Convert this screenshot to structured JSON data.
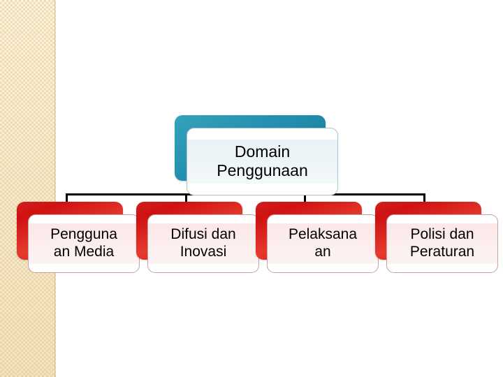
{
  "slide": {
    "background_color": "#ffffff",
    "side_strip": {
      "name": "woven-beige-texture-strip",
      "base_color": "#f6e8ca",
      "accent_color": "#e2c894"
    }
  },
  "diagram": {
    "type": "hierarchy-org-chart",
    "root": {
      "label": "Domain\nPenggunaan",
      "fill_color": "#2491b0",
      "front_fill": "#eef5f8",
      "text_color": "#000000"
    },
    "children": [
      {
        "label": "Pengguna\nan Media",
        "fill_color": "#d21f1f",
        "front_fill": "#fceeee",
        "text_color": "#000000"
      },
      {
        "label": "Difusi dan\nInovasi",
        "fill_color": "#d21f1f",
        "front_fill": "#fceeee",
        "text_color": "#000000"
      },
      {
        "label": "Pelaksana\nan",
        "fill_color": "#d21f1f",
        "front_fill": "#fceeee",
        "text_color": "#000000"
      },
      {
        "label": "Polisi dan\nPeraturan",
        "fill_color": "#d21f1f",
        "front_fill": "#fceeee",
        "text_color": "#000000"
      }
    ],
    "connector_color": "#000000"
  }
}
